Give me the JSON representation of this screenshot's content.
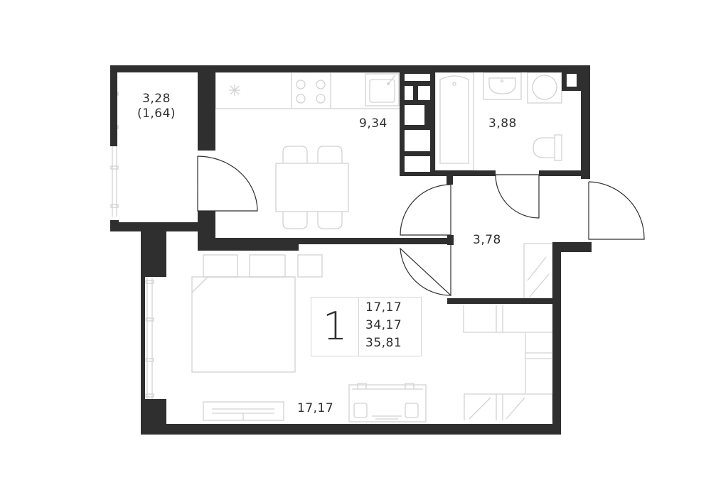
{
  "rooms": {
    "balcony": {
      "area": "3,28",
      "area_reduced": "(1,64)"
    },
    "kitchen": {
      "area": "9,34"
    },
    "bathroom": {
      "area": "3,88"
    },
    "hallway": {
      "area": "3,78"
    },
    "living_room": {
      "area": "17,17"
    }
  },
  "summary": {
    "room_count": "1",
    "living_area": "17,17",
    "total_area": "34,17",
    "total_area_with_balcony": "35,81"
  },
  "colors": {
    "wall": "#2f2f2f",
    "furniture_line": "#d2d2d2",
    "text": "#2f2f2f"
  }
}
